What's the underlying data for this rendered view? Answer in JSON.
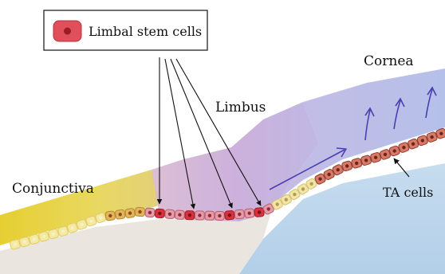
{
  "legend": {
    "label": "Limbal stem cells",
    "swatch_color": "#e0505a"
  },
  "regions": {
    "conjunctiva": {
      "label": "Conjunctiva",
      "color": "#e8d23a"
    },
    "limbus": {
      "label": "Limbus",
      "color": "#c9a9d6"
    },
    "cornea": {
      "label": "Cornea",
      "color": "#a9b7e6"
    },
    "stroma": {
      "color": "#b9d3ea"
    }
  },
  "annotations": {
    "ta_cells": {
      "label": "TA cells"
    }
  },
  "colors": {
    "stem_cell": "#d8323f",
    "ta_cell": "#d97a68",
    "conj_cell": "#f3eaa0",
    "arrow": "#4a3fae"
  }
}
